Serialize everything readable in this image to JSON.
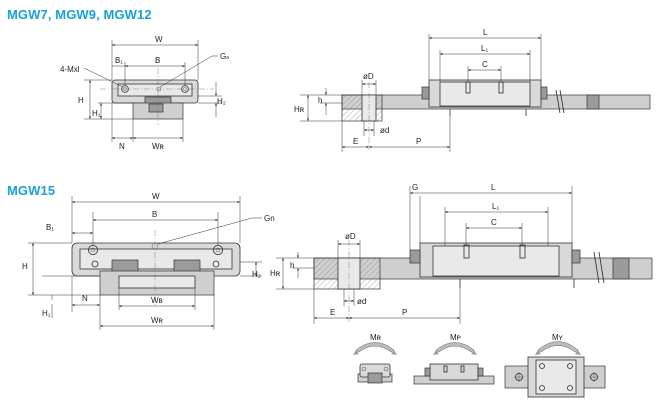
{
  "titles": {
    "top": "MGW7, MGW9, MGW12",
    "bottom": "MGW15"
  },
  "labels": {
    "W": "W",
    "B": "B",
    "B1": "B₁",
    "Gn": "Gₙ",
    "Gn_bottom": "Gn",
    "mxl": "4-Mxl",
    "H": "H",
    "H1": "H₁",
    "H2": "H₂",
    "N": "N",
    "WR": "Wʀ",
    "WB": "Wʙ",
    "L": "L",
    "L1": "L₁",
    "C": "C",
    "phiD": "øD",
    "phid": "ød",
    "h": "h",
    "HR": "Hʀ",
    "E": "E",
    "P": "P",
    "G": "G",
    "MR": "Mʀ",
    "MP": "Mᴘ",
    "MY": "Mʏ"
  },
  "colors": {
    "title": "#1aa0dc"
  }
}
